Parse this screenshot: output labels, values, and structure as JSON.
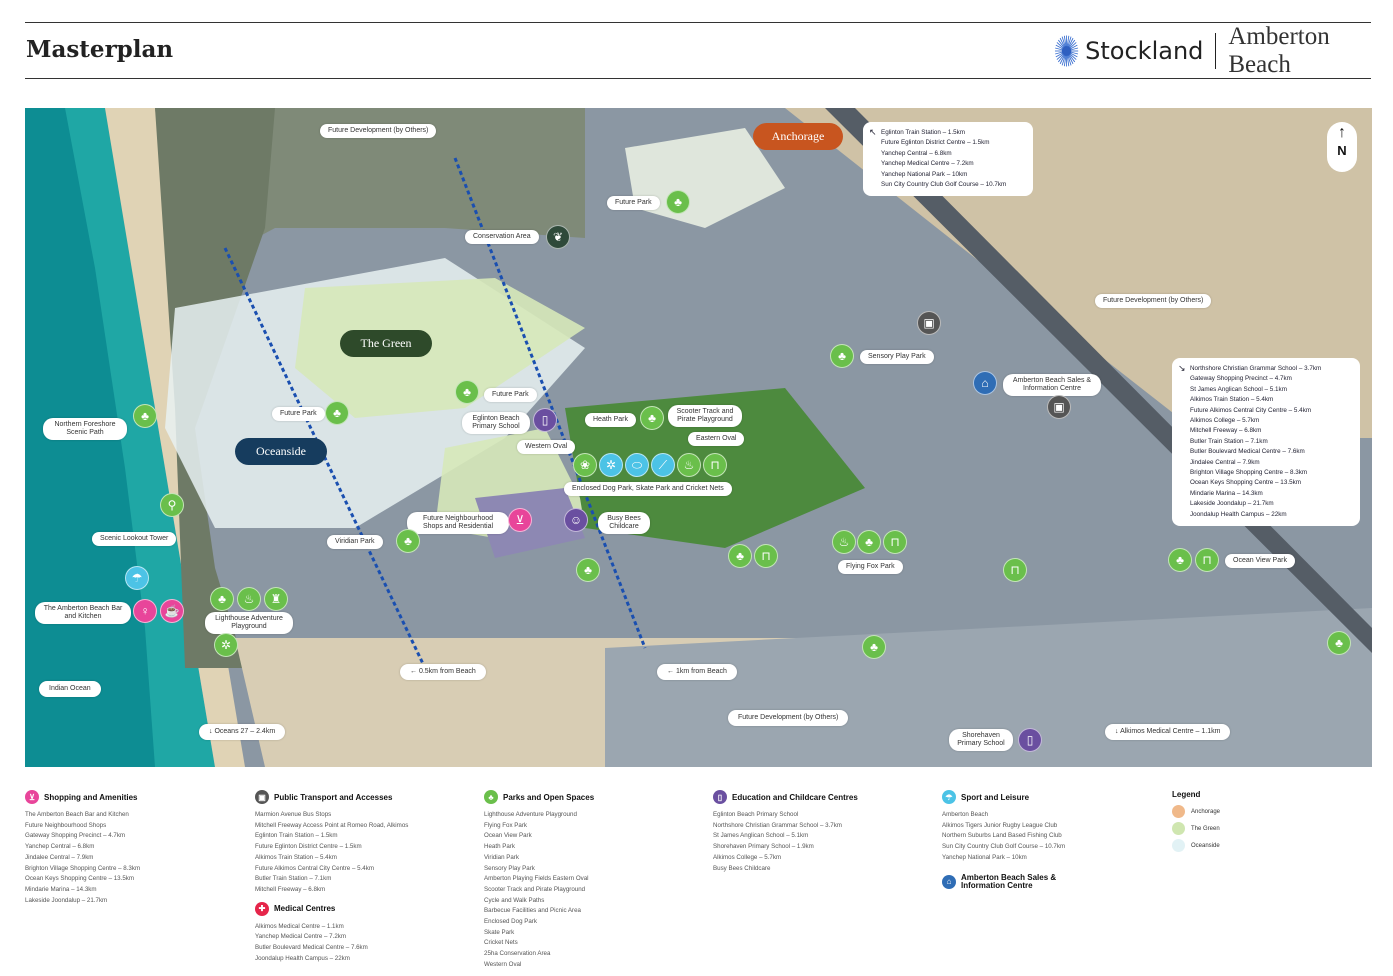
{
  "header": {
    "title": "Masterplan",
    "brand": "Stockland",
    "project": "Amberton Beach"
  },
  "map": {
    "precincts": {
      "anchorage": "Anchorage",
      "green": "The Green",
      "oceanside": "Oceanside"
    },
    "labels": {
      "fut_dev_top": "Future Development (by Others)",
      "future_park_north": "Future Park",
      "conservation": "Conservation Area",
      "fut_dev_right": "Future Development (by Others)",
      "sensory": "Sensory Play Park",
      "sales": "Amberton Beach Sales & Information Centre",
      "foreshore": "Northern Foreshore Scenic Path",
      "future_park_west": "Future Park",
      "future_park_center": "Future Park",
      "eglinton_school": "Eglinton Beach Primary School",
      "heath": "Heath Park",
      "scooter": "Scooter Track and Pirate Playground",
      "eastern_oval": "Eastern Oval",
      "western_oval": "Western Oval",
      "dog_park": "Enclosed Dog Park, Skate Park and Cricket Nets",
      "shops": "Future Neighbourhood Shops and Residential",
      "busy_bees": "Busy Bees Childcare",
      "lookout": "Scenic Lookout Tower",
      "viridian": "Viridian Park",
      "flying_fox": "Flying Fox Park",
      "ocean_view": "Ocean View Park",
      "bar": "The Amberton Beach Bar and Kitchen",
      "lighthouse": "Lighthouse Adventure Playground",
      "half_km": "0.5km from Beach",
      "one_km": "1km from Beach",
      "indian_ocean": "Indian Ocean",
      "oceans27": "Oceans 27 – 2.4km",
      "fut_dev_bottom": "Future Development (by Others)",
      "shorehaven": "Shorehaven Primary School",
      "alkimos_medical": "Alkimos Medical Centre – 1.1km"
    },
    "north_box": [
      "Eglinton Train Station – 1.5km",
      "Future Eglinton District Centre – 1.5km",
      "Yanchep Central – 6.8km",
      "Yanchep Medical Centre – 7.2km",
      "Yanchep National Park – 10km",
      "Sun City Country Club Golf Course – 10.7km"
    ],
    "south_box": [
      "Northshore Christian Grammar School – 3.7km",
      "Gateway Shopping Precinct – 4.7km",
      "St James Anglican School – 5.1km",
      "Alkimos Train Station – 5.4km",
      "Future Alkimos Central City Centre – 5.4km",
      "Alkimos College – 5.7km",
      "Mitchell Freeway – 6.8km",
      "Butler Train Station – 7.1km",
      "Butler Boulevard Medical Centre – 7.6km",
      "Jindalee Central – 7.9km",
      "Brighton Village Shopping Centre – 8.3km",
      "Ocean Keys Shopping Centre – 13.5km",
      "Mindarie Marina – 14.3km",
      "Lakeside Joondalup – 21.7km",
      "Joondalup Health Campus – 22km"
    ],
    "compass": "N"
  },
  "legend": {
    "shopping": {
      "title": "Shopping and Amenities",
      "color": "#e8459a",
      "items": [
        "The Amberton Beach Bar and Kitchen",
        "Future Neighbourhood Shops",
        "Gateway Shopping Precinct – 4.7km",
        "Yanchep Central – 6.8km",
        "Jindalee Central – 7.9km",
        "Brighton Village Shopping Centre – 8.3km",
        "Ocean Keys Shopping Centre – 13.5km",
        "Mindarie Marina – 14.3km",
        "Lakeside Joondalup – 21.7km"
      ]
    },
    "transport": {
      "title": "Public Transport and Accesses",
      "color": "#4a4a4a",
      "items": [
        "Marmion Avenue Bus Stops",
        "Mitchell Freeway Access Point at Romeo Road, Alkimos",
        "Eglinton Train Station – 1.5km",
        "Future Eglinton District Centre – 1.5km",
        "Alkimos Train Station – 5.4km",
        "Future Alkimos Central City Centre – 5.4km",
        "Butler Train Station – 7.1km",
        "Mitchell Freeway – 6.8km"
      ]
    },
    "medical": {
      "title": "Medical Centres",
      "color": "#e5254a",
      "items": [
        "Alkimos Medical Centre – 1.1km",
        "Yanchep Medical Centre – 7.2km",
        "Butler Boulevard Medical Centre – 7.6km",
        "Joondalup Health Campus – 22km"
      ]
    },
    "parks": {
      "title": "Parks and Open Spaces",
      "color": "#6abf4b",
      "items": [
        "Lighthouse Adventure Playground",
        "Flying Fox Park",
        "Ocean View Park",
        "Heath Park",
        "Viridian Park",
        "Sensory Play Park",
        "Amberton Playing Fields Eastern Oval",
        "Scooter Track and Pirate Playground",
        "Cycle and Walk Paths",
        "Barbecue Facilities and Picnic Area",
        "Enclosed Dog Park",
        "Skate Park",
        "Cricket Nets",
        "25ha Conservation Area",
        "Western Oval"
      ]
    },
    "education": {
      "title": "Education and Childcare Centres",
      "color": "#6a4fa0",
      "items": [
        "Eglinton Beach Primary School",
        "Northshore Christian Grammar School – 3.7km",
        "St James Anglican School – 5.1km",
        "Shorehaven Primary School – 1.9km",
        "Alkimos College – 5.7km",
        "Busy Bees Childcare"
      ]
    },
    "sport": {
      "title": "Sport and Leisure",
      "color": "#4cc3e6",
      "items": [
        "Amberton Beach",
        "Alkimos Tigers Junior Rugby League Club",
        "Northern Suburbs Land Based Fishing Club",
        "Sun City Country Club Golf Course – 10.7km",
        "Yanchep National Park – 10km"
      ]
    },
    "sales": {
      "title": "Amberton Beach Sales & Information Centre",
      "color": "#2f6db5"
    },
    "key": {
      "title": "Legend",
      "items": [
        {
          "label": "Anchorage",
          "color": "#f0b98a"
        },
        {
          "label": "The Green",
          "color": "#cfe6b0"
        },
        {
          "label": "Oceanside",
          "color": "#e2f2f5"
        }
      ]
    }
  }
}
